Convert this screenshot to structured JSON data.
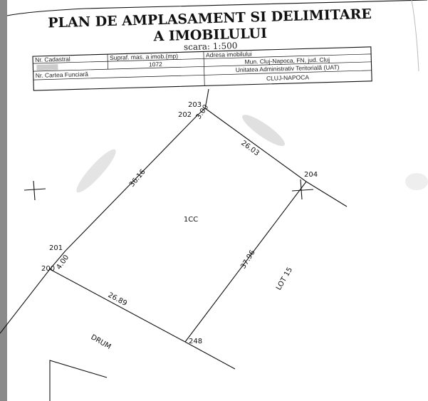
{
  "title": {
    "line1": "PLAN  DE AMPLASAMENT SI DELIMITARE",
    "line2": "A IMOBILULUI"
  },
  "scale": "scara: 1:500",
  "table": {
    "nr_cadastral_label": "Nr. Cadastral",
    "suprafata_label": "Supraf. mas. a imob.(mp)",
    "suprafata_value": "1072",
    "adresa_label": "Adresa imobilului",
    "adresa_value": "Mun. Cluj-Napoca, FN, jud. Cluj",
    "carte_funciara_label": "Nr. Cartea Funciară",
    "uat_label": "Unitatea Administrativ Teritorială (UAT)",
    "uat_value": "CLUJ-NAPOCA"
  },
  "plan": {
    "parcel_label": "1CC",
    "points": [
      "200",
      "201",
      "202",
      "203",
      "204",
      "248"
    ],
    "distances": [
      "36.16",
      "26.03",
      "37.96",
      "26.89",
      "4.00",
      "3.00"
    ],
    "neighbors": [
      "LOT 15",
      "DRUM"
    ]
  }
}
